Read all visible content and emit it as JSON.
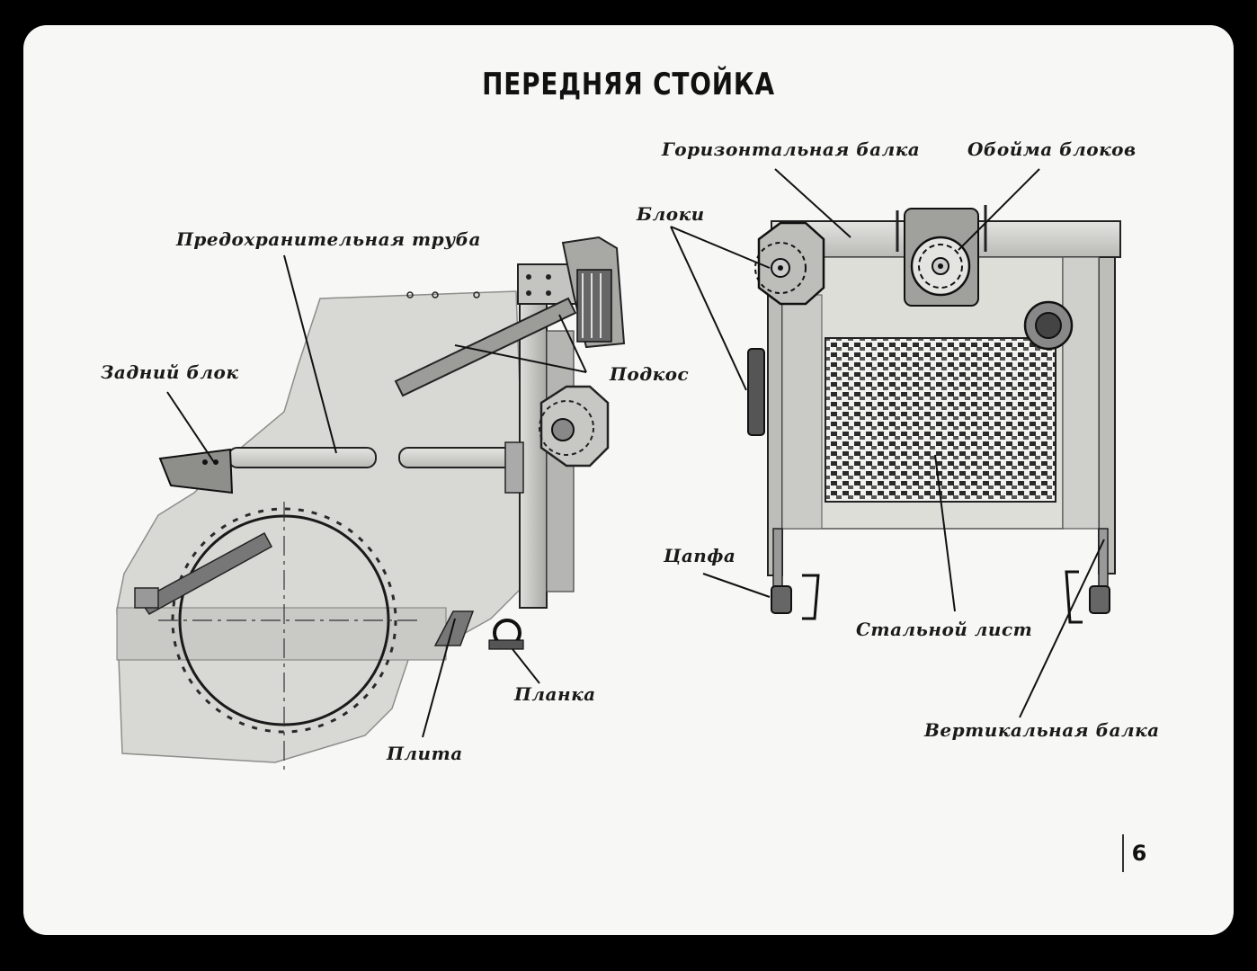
{
  "title": "ПЕРЕДНЯЯ СТОЙКА",
  "page_number": "6",
  "labels": {
    "safety_pipe": "Предохранительная труба",
    "rear_block": "Задний блок",
    "brace": "Подкос",
    "bar": "Планка",
    "plate": "Плита",
    "horizontal_beam": "Горизонтальная балка",
    "block_cage": "Обойма блоков",
    "blocks": "Блоки",
    "trunnion": "Цапфа",
    "steel_sheet": "Стальной лист",
    "vertical_beam": "Вертикальная балка"
  },
  "colors": {
    "background": "#000000",
    "slide": "#f7f7f5",
    "ink": "#1a1a1a",
    "shade": "#cfcfcc"
  }
}
